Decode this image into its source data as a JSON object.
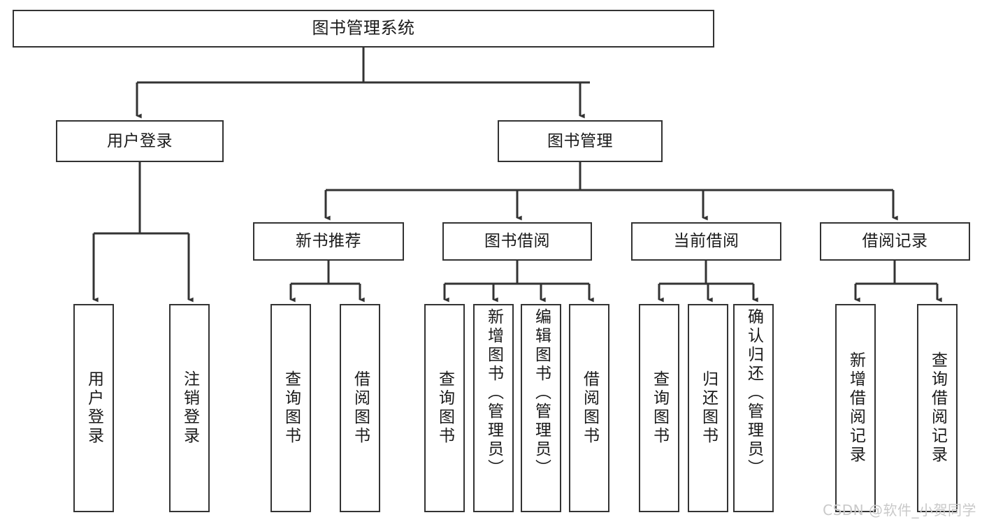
{
  "diagram": {
    "type": "tree",
    "title": "图书管理系统",
    "orientation": "top-down",
    "stroke_color": "#333333",
    "background_color": "#ffffff",
    "text_color": "#1a1a1a",
    "levels": 4
  },
  "nodes": {
    "root": {
      "label": "图书管理系统"
    },
    "level2": [
      {
        "label": "用户登录"
      },
      {
        "label": "图书管理"
      }
    ],
    "level3": [
      {
        "label": "新书推荐"
      },
      {
        "label": "图书借阅"
      },
      {
        "label": "当前借阅"
      },
      {
        "label": "借阅记录"
      }
    ],
    "leaves_user_login": [
      {
        "label": "用户登录"
      },
      {
        "label": "注销登录"
      }
    ],
    "leaves_new_books": [
      {
        "label": "查询图书"
      },
      {
        "label": "借阅图书"
      }
    ],
    "leaves_borrow": [
      {
        "label": "查询图书"
      },
      {
        "label": "新增图书（管理员）"
      },
      {
        "label": "编辑图书（管理员）"
      },
      {
        "label": "借阅图书"
      }
    ],
    "leaves_current": [
      {
        "label": "查询图书"
      },
      {
        "label": "归还图书"
      },
      {
        "label": "确认归还（管理员）"
      }
    ],
    "leaves_records": [
      {
        "label": "新增借阅记录"
      },
      {
        "label": "查询借阅记录"
      }
    ]
  },
  "watermark": {
    "text": "CSDN @软件_小贺同学",
    "color": "#c9c9c9"
  }
}
